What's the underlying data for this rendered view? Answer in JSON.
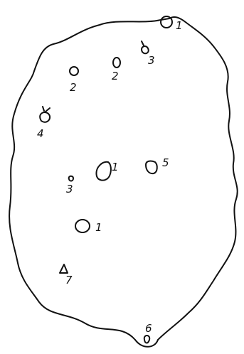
{
  "figure": {
    "background": "#ffffff",
    "ink_color": "#111111",
    "shape_labels": [
      "1",
      "3",
      "2",
      "2",
      "4",
      "1",
      "5",
      "3",
      "1",
      "7",
      "6"
    ]
  }
}
